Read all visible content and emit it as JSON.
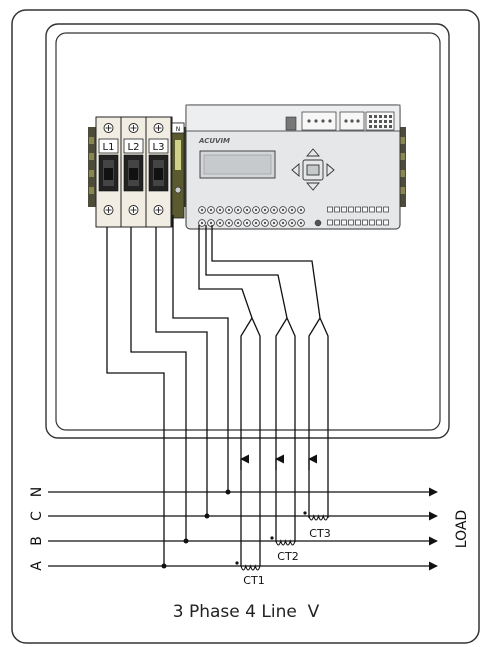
{
  "caption": "3 Phase 4 Line  V",
  "load_label": "LOAD",
  "bus_labels": [
    "N",
    "C",
    "B",
    "A"
  ],
  "breaker_labels": [
    "L1",
    "L2",
    "L3"
  ],
  "rail_tag_top": "N",
  "ct_labels": [
    "CT1",
    "CT2",
    "CT3"
  ],
  "meter_brand": "ACUVIM",
  "colors": {
    "line": "#111111",
    "meter_body": "#e6e7e9",
    "display": "#d3d5d8",
    "rail": "#3b3a2c"
  },
  "icons": {
    "nav": "nav-cross-icon",
    "screw": "screw-icon"
  }
}
